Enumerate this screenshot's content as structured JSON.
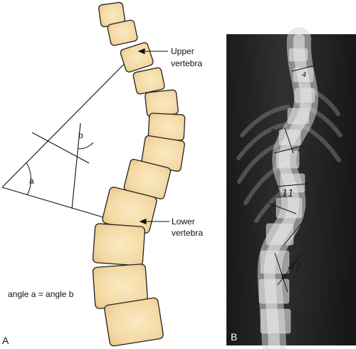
{
  "figure": {
    "panel_a_label": "A",
    "panel_b_label": "B",
    "upper_label_line1": "Upper",
    "upper_label_line2": "vertebra",
    "lower_label_line1": "Lower",
    "lower_label_line2": "vertebra",
    "angle_a_label": "a",
    "angle_b_label": "b",
    "equation": "angle a = angle b"
  },
  "xray": {
    "annotations": [
      "4",
      "5",
      "11",
      "47"
    ]
  },
  "colors": {
    "vertebra_fill": "#f6deae",
    "vertebra_stroke": "#222222",
    "line": "#111111"
  }
}
